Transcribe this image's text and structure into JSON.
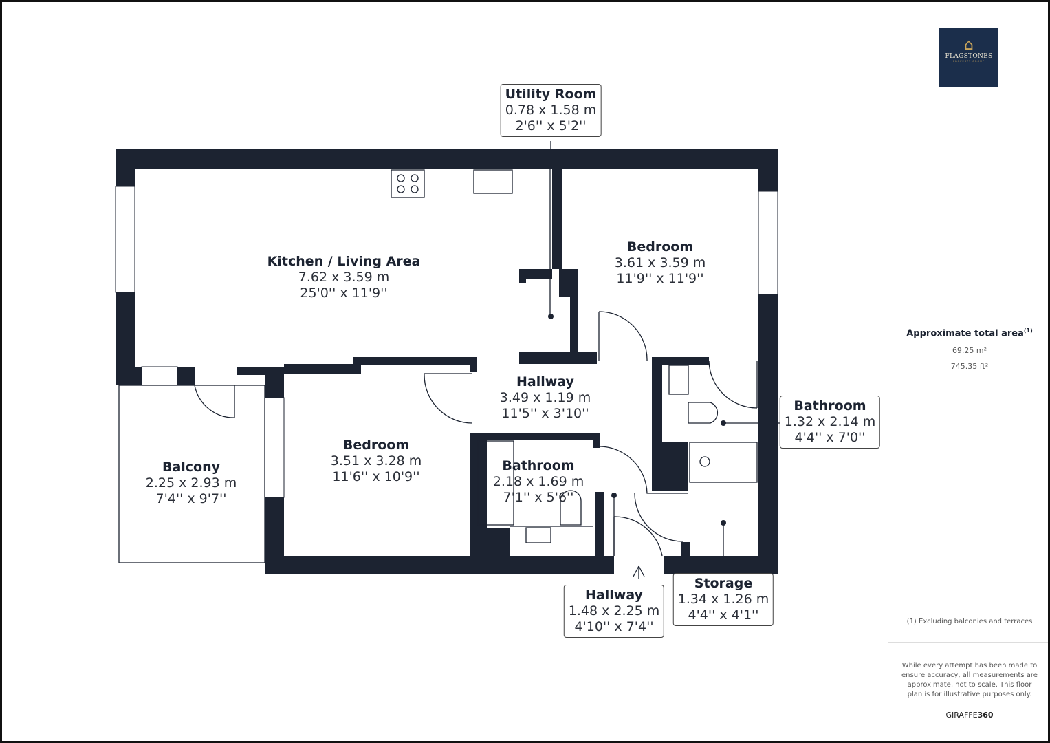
{
  "rooms": {
    "kitchen": {
      "name": "Kitchen / Living Area",
      "metric": "7.62 x 3.59 m",
      "imperial": "25'0'' x 11'9''"
    },
    "bedroom1": {
      "name": "Bedroom",
      "metric": "3.61 x 3.59 m",
      "imperial": "11'9'' x 11'9''"
    },
    "utility": {
      "name": "Utility Room",
      "metric": "0.78 x 1.58 m",
      "imperial": "2'6'' x 5'2''"
    },
    "hallway1": {
      "name": "Hallway",
      "metric": "3.49 x 1.19 m",
      "imperial": "11'5'' x 3'10''"
    },
    "bedroom2": {
      "name": "Bedroom",
      "metric": "3.51 x 3.28 m",
      "imperial": "11'6'' x 10'9''"
    },
    "balcony": {
      "name": "Balcony",
      "metric": "2.25 x 2.93 m",
      "imperial": "7'4'' x 9'7''"
    },
    "bathroom1": {
      "name": "Bathroom",
      "metric": "2.18 x 1.69 m",
      "imperial": "7'1'' x 5'6''"
    },
    "bathroom2": {
      "name": "Bathroom",
      "metric": "1.32 x 2.14 m",
      "imperial": "4'4'' x 7'0''"
    },
    "hallway2": {
      "name": "Hallway",
      "metric": "1.48 x 2.25 m",
      "imperial": "4'10'' x 7'4''"
    },
    "storage": {
      "name": "Storage",
      "metric": "1.34 x 1.26 m",
      "imperial": "4'4'' x 4'1''"
    }
  },
  "sidebar": {
    "logo_text": "FLAGSTONES",
    "logo_sub": "PROPERTY GROUP",
    "area_title": "Approximate total area",
    "area_note_mark": "(1)",
    "area_m2": "69.25 m²",
    "area_ft2": "745.35 ft²",
    "footnote": "(1) Excluding balconies and terraces",
    "disclaimer": "While every attempt has been made to ensure accuracy, all measurements are approximate, not to scale. This floor plan is for illustrative purposes only.",
    "brand_a": "GIRAFFE",
    "brand_b": "360"
  },
  "colors": {
    "wall": "#1c2331",
    "logo_bg": "#1b2e4b",
    "logo_accent": "#c9a45a"
  }
}
